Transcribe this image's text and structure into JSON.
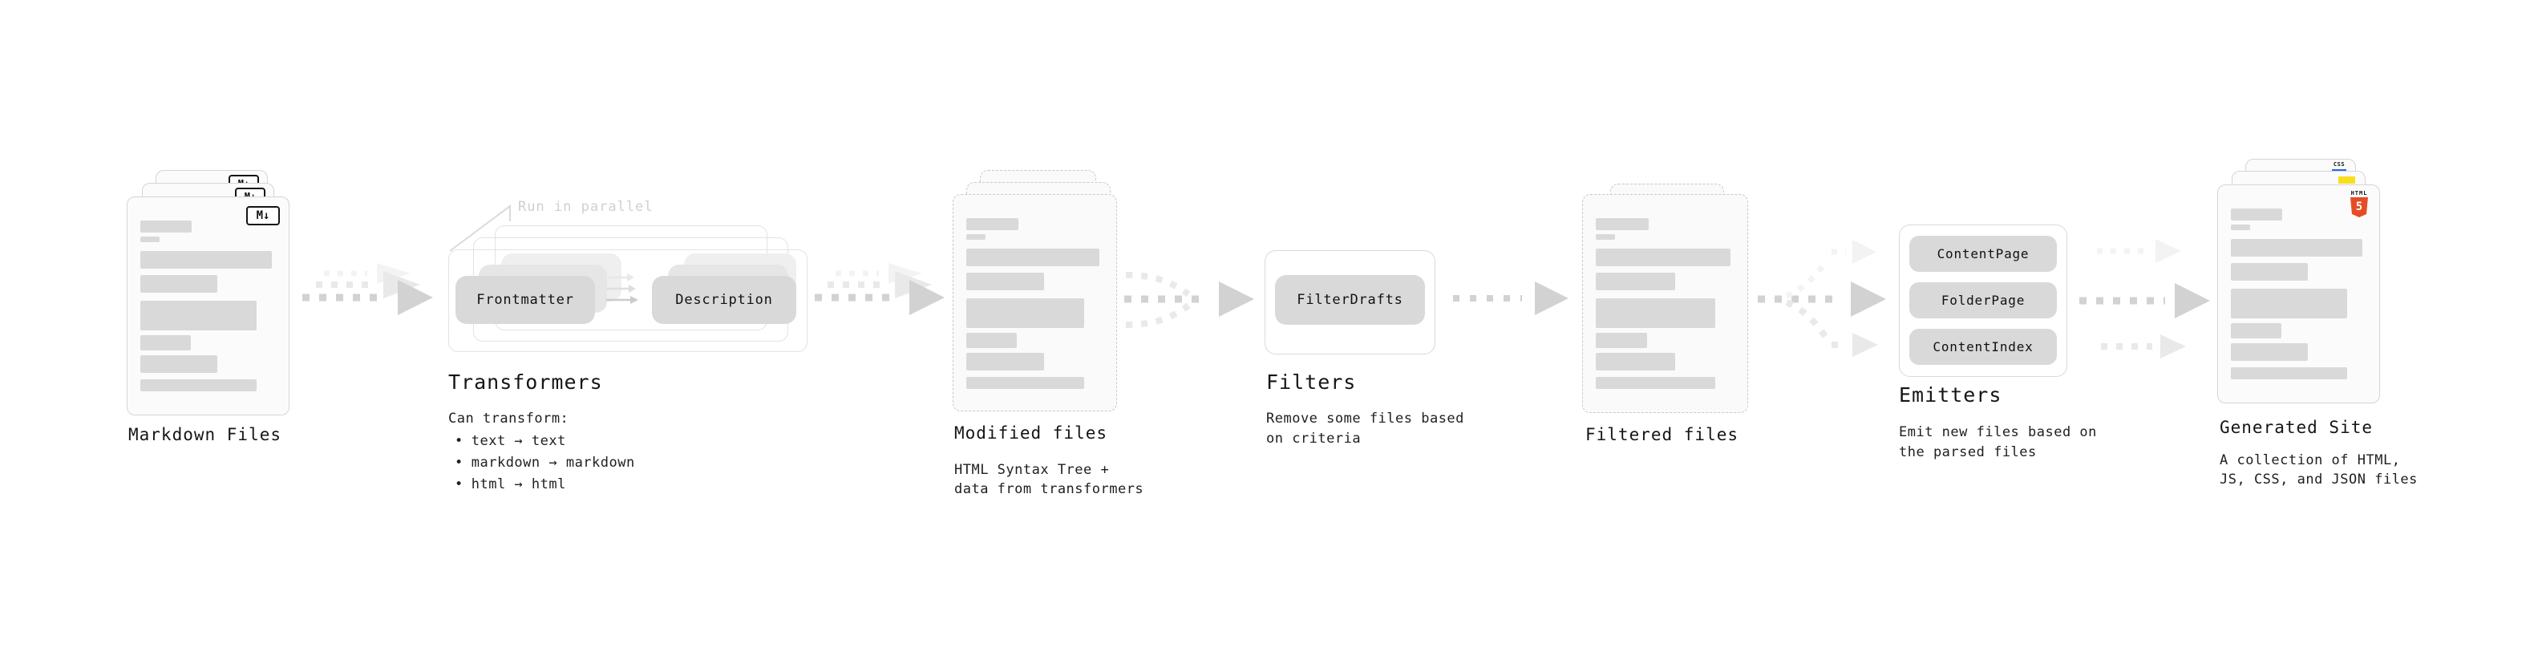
{
  "markdown_files": {
    "label": "Markdown Files"
  },
  "transformers": {
    "title": "Transformers",
    "annotation": "Run in parallel",
    "pill_left": "Frontmatter",
    "pill_right": "Description",
    "subtitle": "Can transform:",
    "bullet_char": "•",
    "bullets": [
      "text → text",
      "markdown → markdown",
      "html → html"
    ]
  },
  "modified_files": {
    "label": "Modified files",
    "desc_line1": "HTML Syntax Tree +",
    "desc_line2": "data from transformers"
  },
  "filters": {
    "title": "Filters",
    "pill": "FilterDrafts",
    "desc_line1": "Remove some files based",
    "desc_line2": "on criteria"
  },
  "filtered_files": {
    "label": "Filtered files"
  },
  "emitters": {
    "title": "Emitters",
    "pills": [
      "ContentPage",
      "FolderPage",
      "ContentIndex"
    ],
    "desc_line1": "Emit new files based on",
    "desc_line2": "the parsed files"
  },
  "generated_site": {
    "label": "Generated Site",
    "desc_line1": "A collection of HTML,",
    "desc_line2": "JS, CSS, and JSON files",
    "badges": {
      "css": "CSS",
      "html_word": "HTML",
      "html5_number": "5"
    }
  },
  "icons": {
    "markdown_badge": "M↓"
  },
  "colors": {
    "html5_orange": "#e44d26",
    "js_yellow": "#f7df1e",
    "css_blue": "#2965f1",
    "card_border": "#d5d5d5",
    "pill_fill": "#d9d9d9",
    "arrow_gray": "#d2d2d2",
    "annotation_gray": "#d0d0d0",
    "text_black": "#1a1a1a"
  }
}
